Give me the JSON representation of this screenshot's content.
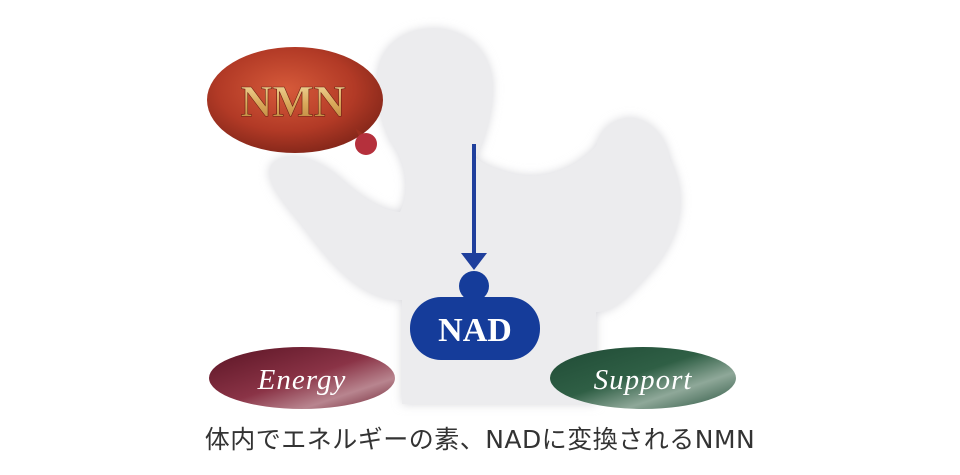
{
  "nodes": {
    "nmn": "NMN",
    "nad": "NAD",
    "energy": "Energy",
    "support": "Support"
  },
  "caption": "体内でエネルギーの素、NADに変換されるNMN",
  "colors": {
    "nmn_bubble": "#b23a26",
    "nmn_text": "#e8c27a",
    "flow_start": "#b5303c",
    "flow_end": "#1f3f9c",
    "nad_block": "#153c9a",
    "energy_ellipse": "#7a2435",
    "support_ellipse": "#2f5f45",
    "body_fill": "#ececee",
    "body_glow": "#dcdce0"
  },
  "icons": {
    "body": "human-silhouette-flexing",
    "arrow": "arrow-down"
  }
}
